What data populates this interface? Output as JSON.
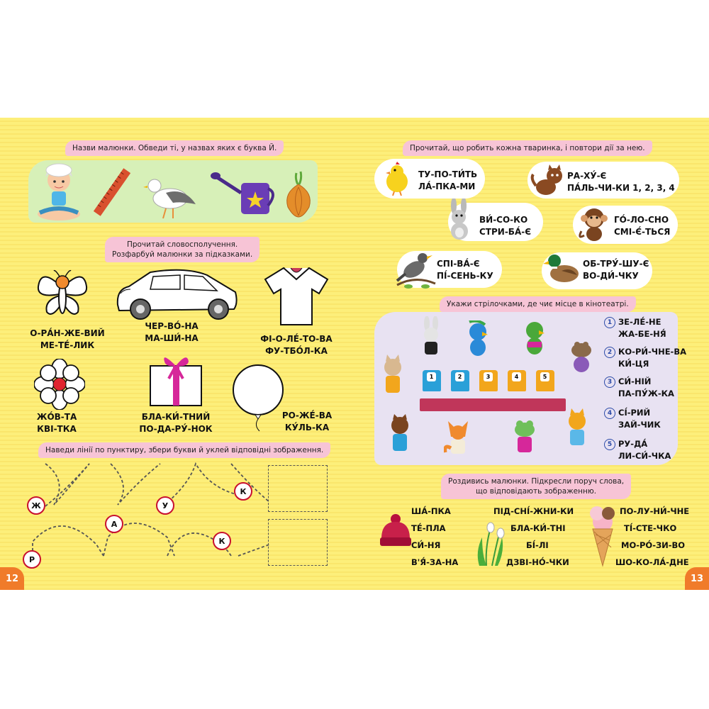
{
  "left_page": {
    "page_number": "12",
    "task1": {
      "instruction": "Назви малюнки. Обведи ті, у назвах яких є буква Й.",
      "icons": [
        "yogi-icon",
        "ruler-icon",
        "seagull-icon",
        "watering-can-icon",
        "onion-icon"
      ]
    },
    "task2": {
      "instruction_line1": "Прочитай словосполучення.",
      "instruction_line2": "Розфарбуй малюнки за підказками.",
      "items": [
        {
          "line1": "О-РА́Н-ЖЕ-ВИЙ",
          "line2": "МЕ-ТЕ́-ЛИК",
          "icon": "butterfly-icon"
        },
        {
          "line1": "ЧЕР-ВО́-НА",
          "line2": "МА-ШИ́-НА",
          "icon": "car-icon"
        },
        {
          "line1": "ФІ-О-ЛЕ́-ТО-ВА",
          "line2": "ФУ-ТБО́Л-КА",
          "icon": "tshirt-icon"
        },
        {
          "line1": "ЖО́В-ТА",
          "line2": "КВІ-ТКА",
          "icon": "flower-icon"
        },
        {
          "line1": "БЛА-КИ́-ТНИЙ",
          "line2": "ПО-ДА-РУ́-НОК",
          "icon": "gift-icon"
        },
        {
          "line1": "РО-ЖЕ́-ВА",
          "line2": "КУ́ЛЬ-КА",
          "icon": "balloon-icon"
        }
      ]
    },
    "task3": {
      "instruction": "Наведи лінії по пунктиру, збери букви й уклей відповідні зображення.",
      "letters_top": [
        "Ж",
        "У",
        "К"
      ],
      "letters_bottom": [
        "Р",
        "А",
        "К"
      ]
    }
  },
  "right_page": {
    "page_number": "13",
    "task1": {
      "instruction": "Прочитай, що робить кожна тваринка, і повтори дії за нею.",
      "animals": [
        {
          "line1": "ТУ-ПО-ТИ́ТЬ",
          "line2": "ЛА́-ПКА-МИ",
          "icon": "chick-icon"
        },
        {
          "line1": "РА-ХУ́-Є",
          "line2": "ПА́ЛЬ-ЧИ-КИ 1, 2, 3, 4",
          "icon": "cat-icon"
        },
        {
          "line1": "ВИ́-СО-КО",
          "line2": "СТРИ-БА́-Є",
          "icon": "rabbit-icon"
        },
        {
          "line1": "ГО́-ЛО-СНО",
          "line2": "СМІ-Є́-ТЬСЯ",
          "icon": "monkey-icon"
        },
        {
          "line1": "СПІ-ВА́-Є",
          "line2": "ПІ́-СЕНЬ-КУ",
          "icon": "bird-icon"
        },
        {
          "line1": "ОБ-ТРУ́-ШУ-Є",
          "line2": "ВО-ДИ́-ЧКУ",
          "icon": "duck-icon"
        }
      ]
    },
    "task2": {
      "instruction": "Укажи стрілочками, де чиє місце в кінотеатрі.",
      "seats": [
        "1",
        "2",
        "3",
        "4",
        "5"
      ],
      "options": [
        {
          "num": "1",
          "line1": "ЗЕ-ЛЕ́-НЕ",
          "line2": "ЖА-БЕ-НЯ́"
        },
        {
          "num": "2",
          "line1": "КО-РИ́-ЧНЕ-ВА",
          "line2": "КИ́-ЦЯ"
        },
        {
          "num": "3",
          "line1": "СИ́-НІЙ",
          "line2": "ПА-ПУ́Ж-КА"
        },
        {
          "num": "4",
          "line1": "СІ́-РИЙ",
          "line2": "ЗАЙ-ЧИК"
        },
        {
          "num": "5",
          "line1": "РУ-ДА́",
          "line2": "ЛИ-СИ́-ЧКА"
        }
      ]
    },
    "task3": {
      "instruction_line1": "Роздивись малюнки. Підкресли поруч слова,",
      "instruction_line2": "що відповідають зображенню.",
      "col1": [
        "ША́-ПКА",
        "ТЕ́-ПЛА",
        "СИ́-НЯ",
        "В'Я́-ЗА-НА"
      ],
      "col2": [
        "ПІД-СНІ́-ЖНИ-КИ",
        "БЛА-КИ́-ТНІ",
        "БІ́-ЛІ",
        "ДЗВІ-НО́-ЧКИ"
      ],
      "col3": [
        "ПО-ЛУ-НИ́-ЧНЕ",
        "ТІ́-СТЕ-ЧКО",
        "МО-РО́-ЗИ-ВО",
        "ШО-КО-ЛА́-ДНЕ"
      ]
    }
  }
}
